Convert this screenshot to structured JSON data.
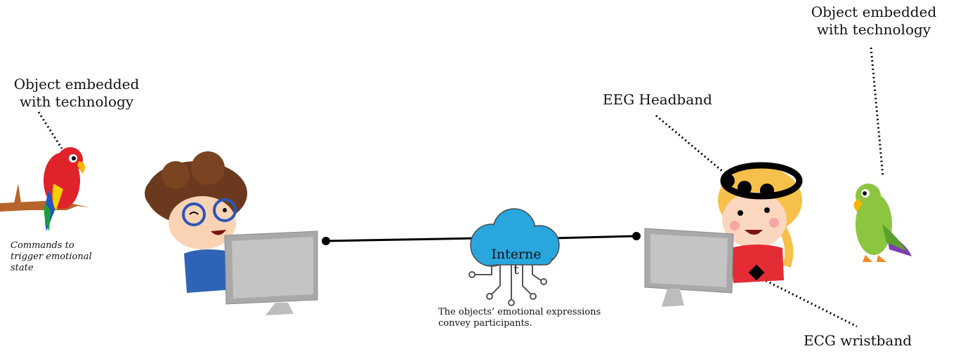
{
  "left_object": {
    "line1": "Object embedded",
    "line2": "with technology"
  },
  "left_note": {
    "line1": "Commands to",
    "line2": "trigger emotional",
    "line3": "state"
  },
  "right_object": {
    "line1": "Object embedded",
    "line2": "with technology"
  },
  "eeg": {
    "label": "EEG Headband"
  },
  "ecg": {
    "label": "ECG wristband"
  },
  "internet": {
    "part1": "Interne",
    "part2": "t"
  },
  "caption": {
    "line1": "The objects’ emotional expressions",
    "line2": "convey participants."
  },
  "colors": {
    "cloud": "#29a6de",
    "red_parrot": "#e0222a",
    "green_parrot": "#8cc63f",
    "monitor": "#a9a9a9",
    "line": "#000000"
  }
}
